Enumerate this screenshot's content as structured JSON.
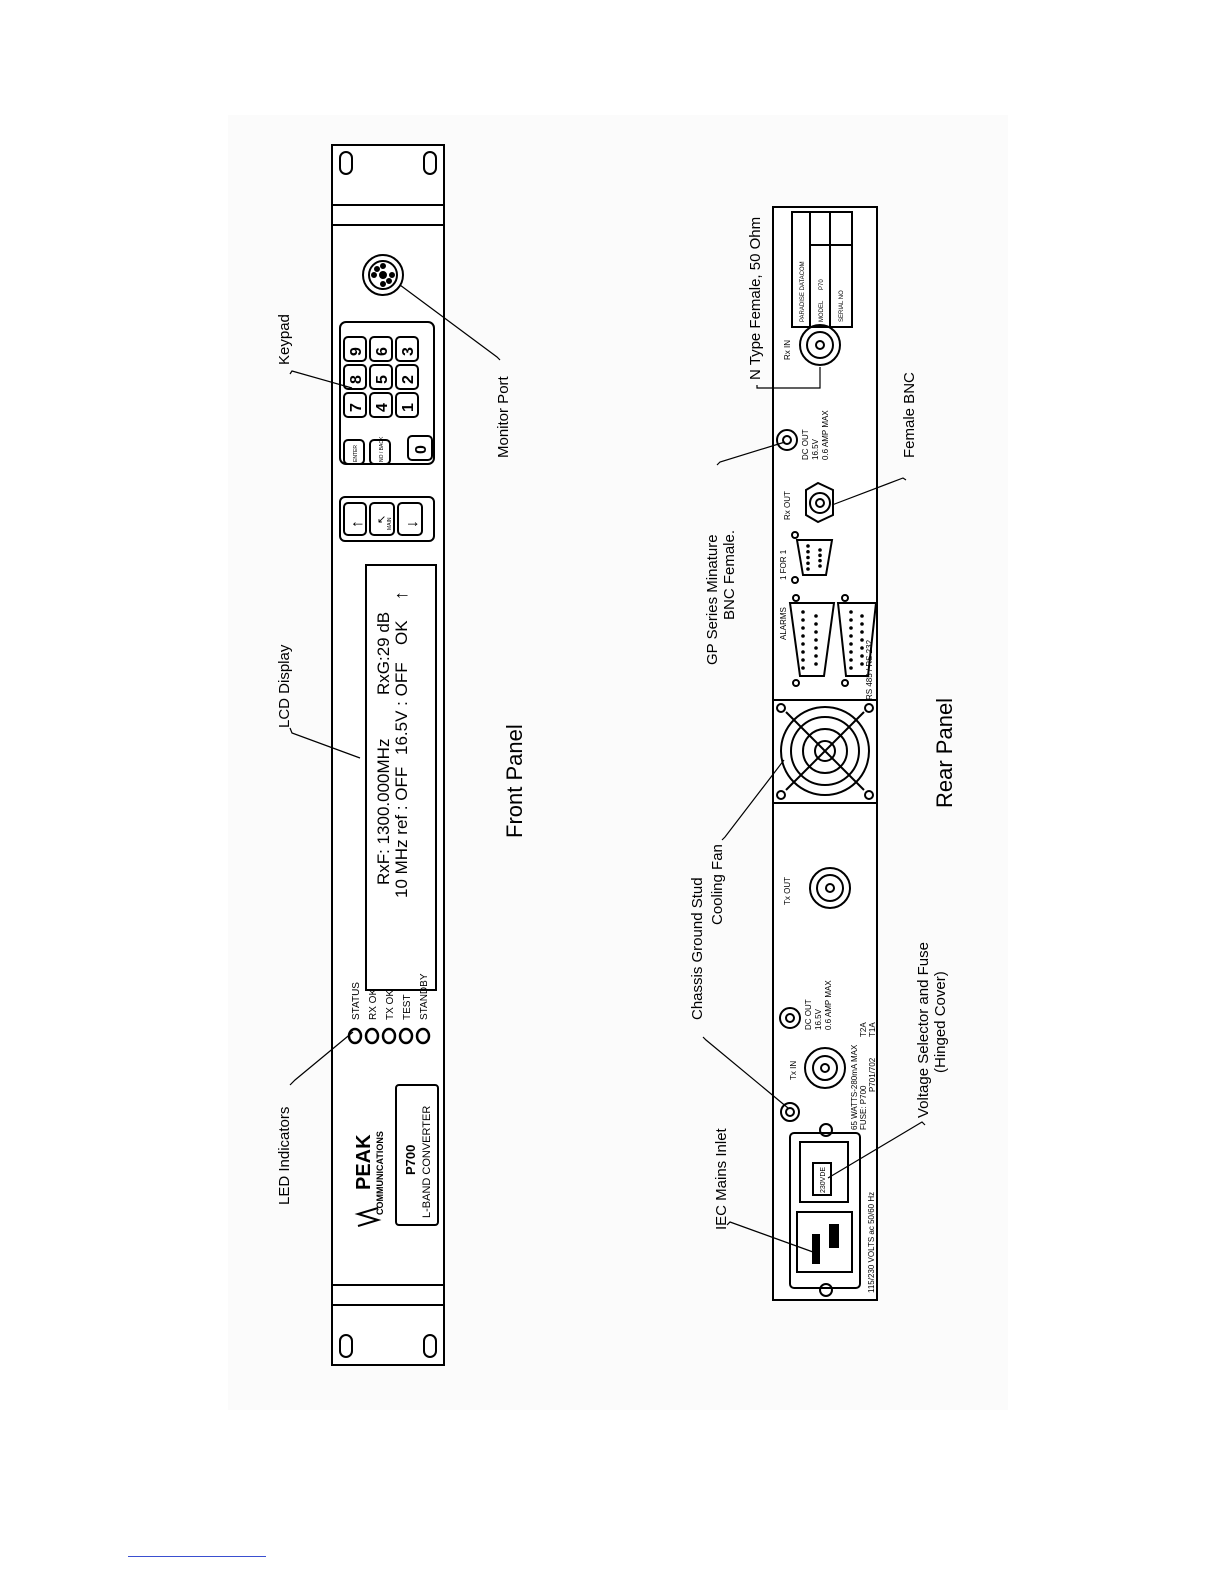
{
  "front_panel": {
    "caption": "Front Panel",
    "brand": "PEAK",
    "brand_sub": "COMMUNICATIONS",
    "model": "P700",
    "model_desc": "L-BAND CONVERTER",
    "leds": [
      "STATUS",
      "RX OK",
      "TX OK",
      "TEST",
      "STANDBY"
    ],
    "lcd": {
      "line1_left": "RxF: 1300.000MHz",
      "line1_right": "RxG:29 dB",
      "line2_left": "10 MHz ref : OFF",
      "line2_right": "16.5V : OFF",
      "line2_status": "OK",
      "arrow": "↑"
    },
    "nav_keys": [
      "↑",
      "↖",
      "↓"
    ],
    "nav_mid_sub": "MAIN",
    "func_keys": [
      "ENTER",
      "NO / BACK"
    ],
    "keypad_keys": [
      [
        "7",
        "8",
        "9"
      ],
      [
        "4",
        "5",
        "6"
      ],
      [
        "1",
        "2",
        "3"
      ]
    ],
    "zero_key": "0",
    "labels": {
      "led": "LED Indicators",
      "lcd": "LCD Display",
      "keypad": "Keypad",
      "monitor": "Monitor Port"
    }
  },
  "rear_panel": {
    "caption": "Rear Panel",
    "power_text_1": "115/230 VOLTS ac 50/60 Hz",
    "power_text_2": "65 WATTS-280mA MAX",
    "fuse_text_1": "FUSE:  P700",
    "fuse_text_2": "P701/702",
    "fuse_rating_1": "T2A",
    "fuse_rating_2": "T1A",
    "voltage_tag": "230VDE",
    "tx_in": "Tx IN",
    "tx_out": "Tx OUT",
    "dc_out": [
      "DC OUT",
      "16.5V",
      "0.6 AMP MAX"
    ],
    "alarms": "ALARMS",
    "rs": "RS 485 / RS 232",
    "one_for_one": "1 FOR 1",
    "rx_out": "Rx OUT",
    "rx_in": "Rx IN",
    "plate": {
      "maker": "PARADISE DATACOM",
      "model_label": "MODEL",
      "model_value": "P70",
      "serial_label": "SERIAL NO"
    },
    "labels": {
      "iec": "IEC Mains Inlet",
      "chassis": "Chassis Ground Stud",
      "voltage_1": "Voltage Selector and Fuse",
      "voltage_2": "(Hinged Cover)",
      "fan": "Cooling Fan",
      "gp_1": "GP Series Minature",
      "gp_2": "BNC Female.",
      "female_bnc": "Female BNC",
      "ntype": "N Type Female, 50 Ohm"
    }
  }
}
